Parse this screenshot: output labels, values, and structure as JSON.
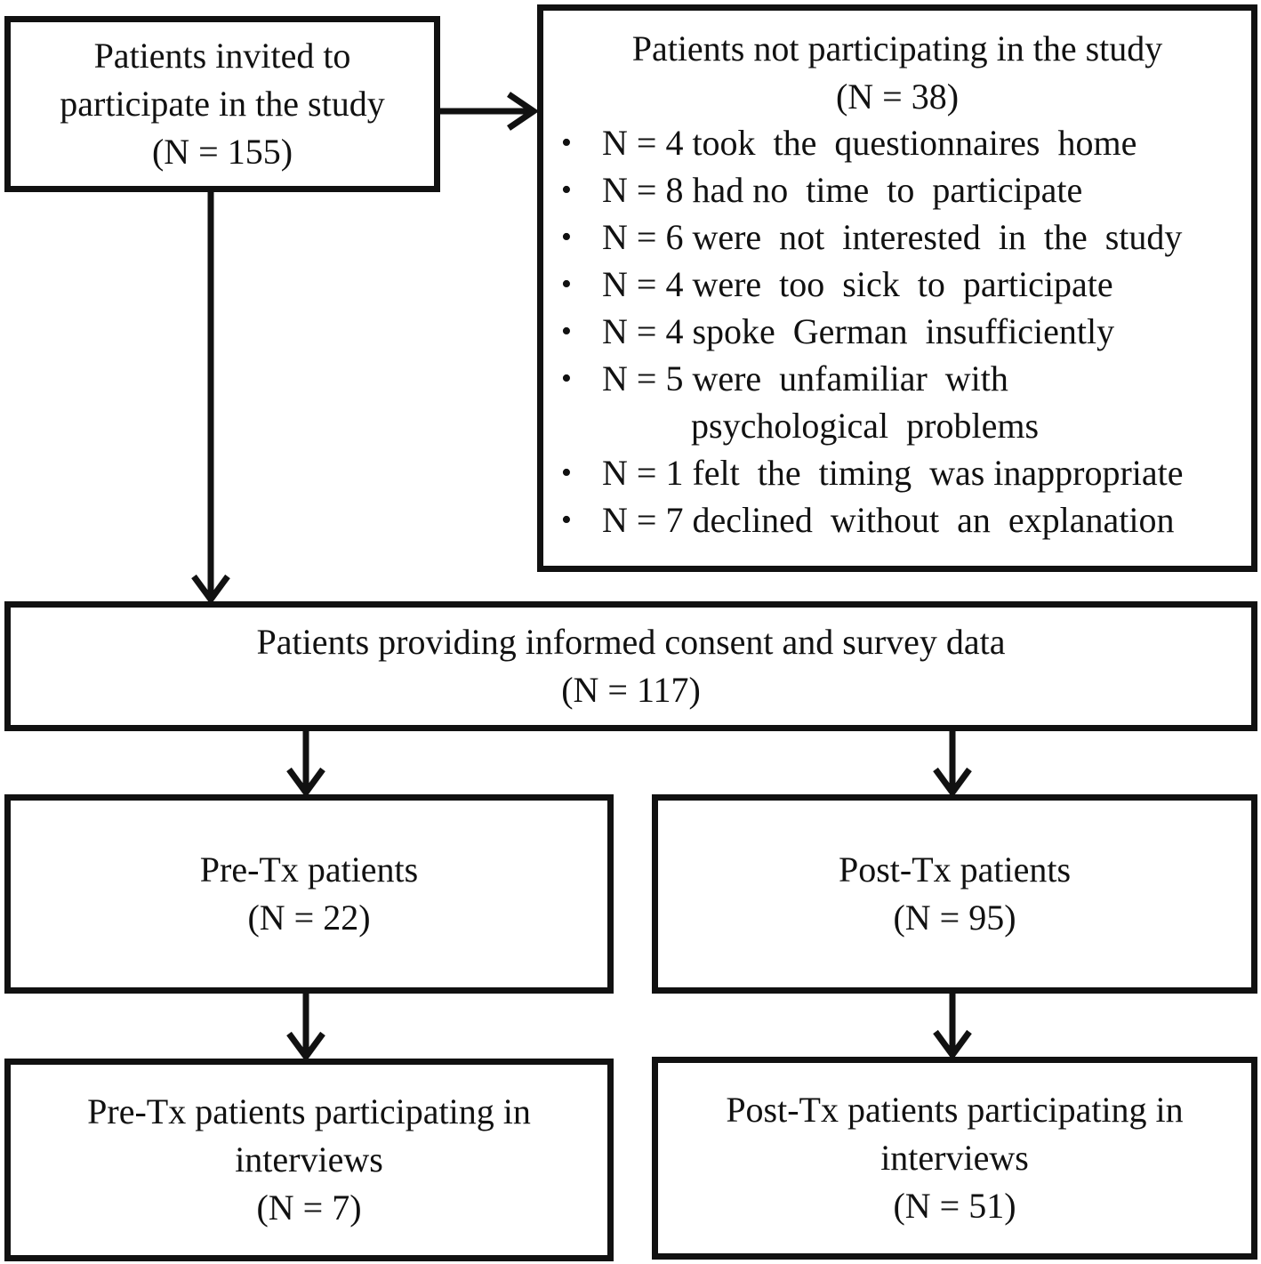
{
  "boxes": {
    "invited": {
      "line1": "Patients  invited  to",
      "line2": "participate  in  the  study",
      "count": "(N = 155)"
    },
    "not_participating": {
      "line1": "Patients  not  participating  in  the  study",
      "count": "(N = 38)",
      "reasons": [
        "N = 4 took  the  questionnaires  home",
        "N = 8 had no  time  to  participate",
        "N = 6 were  not  interested  in  the  study",
        "N = 4 were  too  sick  to  participate",
        "N = 4 spoke  German  insufficiently",
        "N = 5 were  unfamiliar  with\n          psychological  problems",
        "N = 1 felt  the  timing  was inappropriate",
        "N = 7 declined  without  an  explanation"
      ]
    },
    "consent": {
      "line1": "Patients  providing  informed  consent  and  survey  data",
      "count": "(N = 117)"
    },
    "pre": {
      "line1": "Pre-Tx patients",
      "count": "(N = 22)"
    },
    "post": {
      "line1": "Post-Tx patients",
      "count": "(N = 95)"
    },
    "pre_interviews": {
      "line1": "Pre-Tx patients  participating  in",
      "line2": "interviews",
      "count": "(N = 7)"
    },
    "post_interviews": {
      "line1": "Post-Tx patients  participating  in",
      "line2": "interviews",
      "count": "(N = 51)"
    }
  }
}
